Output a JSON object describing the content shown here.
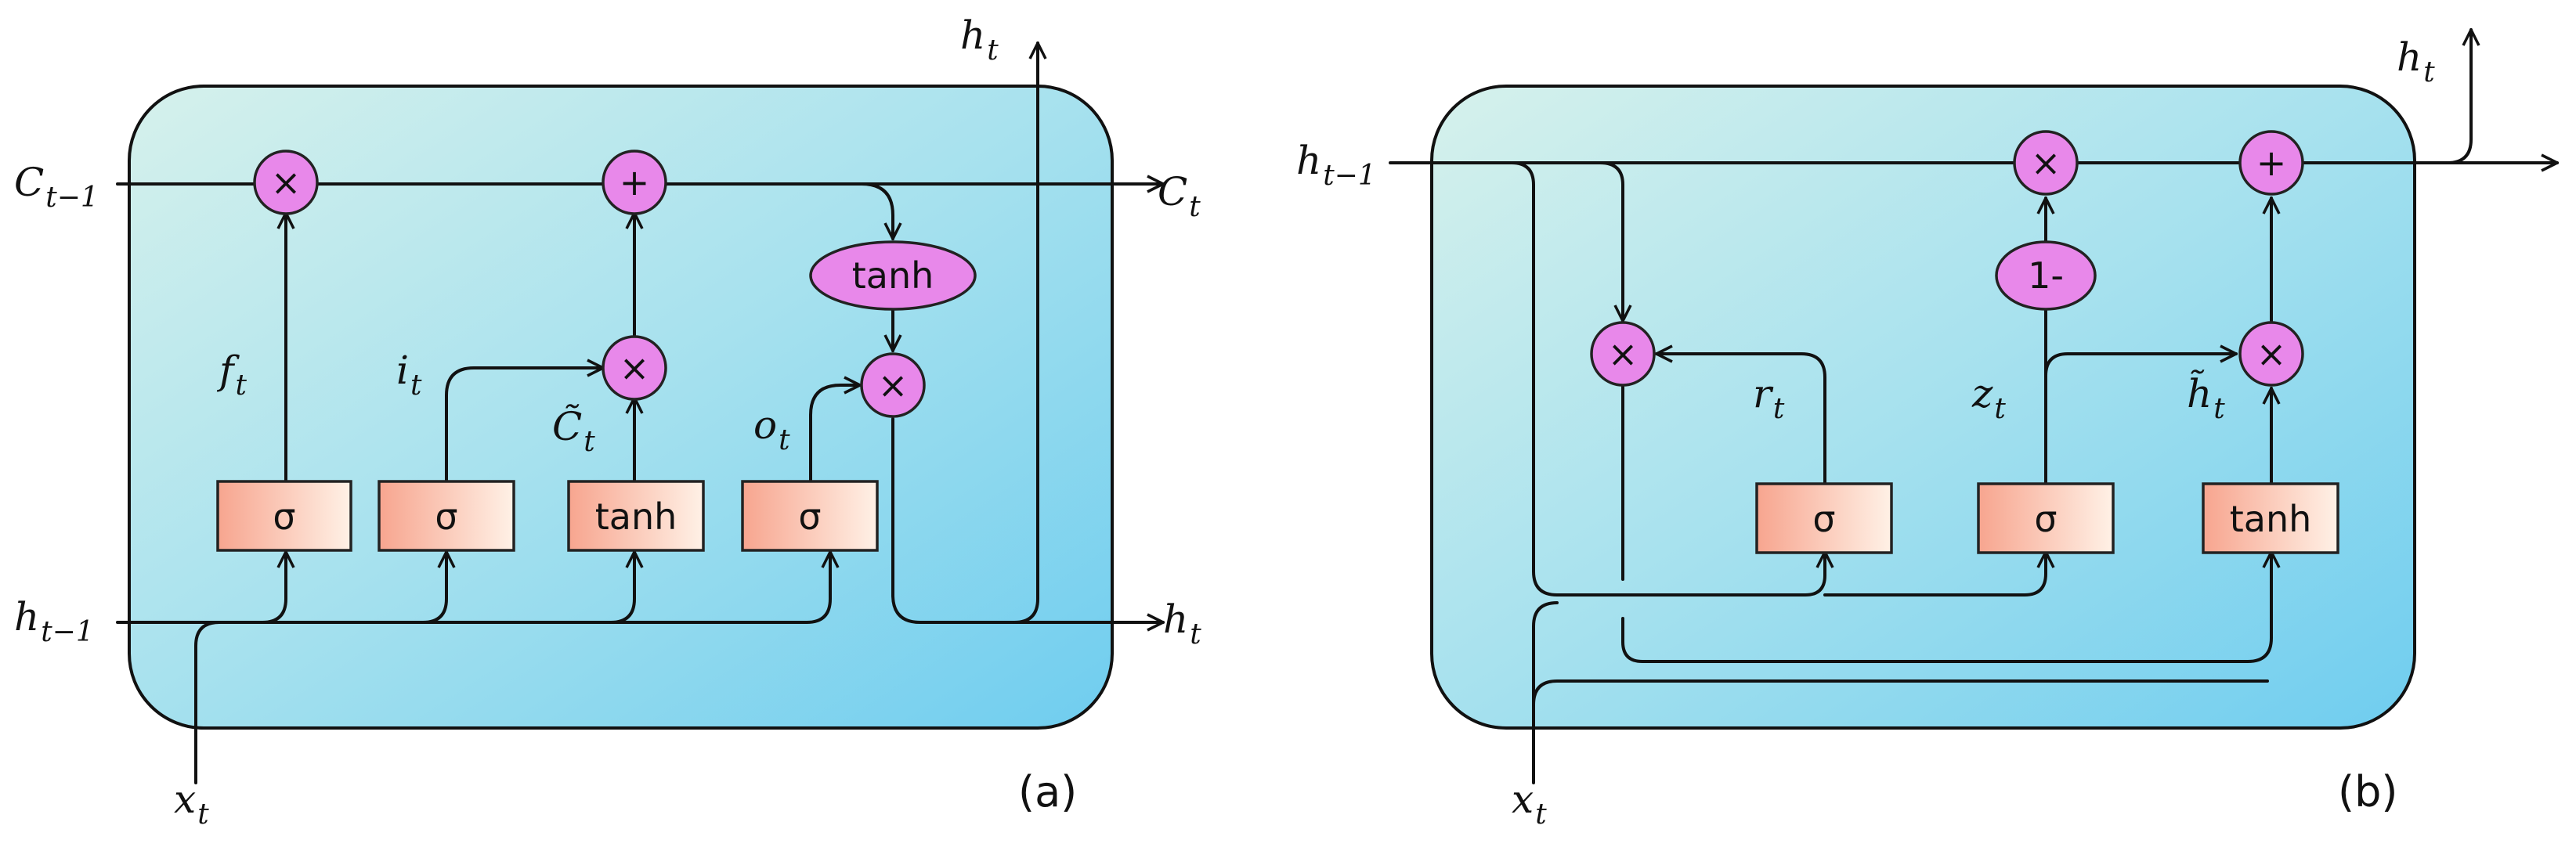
{
  "panel_a": {
    "label": "(a)",
    "input_cell_label": {
      "base": "C",
      "sub": "t−1"
    },
    "output_cell_label": {
      "base": "C",
      "sub": "t"
    },
    "input_hidden_label": {
      "base": "h",
      "sub": "t−1"
    },
    "output_hidden_label": {
      "base": "h",
      "sub": "t"
    },
    "top_hidden_label": {
      "base": "h",
      "sub": "t"
    },
    "input_label": {
      "base": "x",
      "sub": "t"
    },
    "forget_label": {
      "base": "f",
      "sub": "t"
    },
    "input_gate_label": {
      "base": "i",
      "sub": "t"
    },
    "candidate_label": {
      "base": "C̃",
      "sub": "t"
    },
    "output_gate_label": {
      "base": "o",
      "sub": "t"
    },
    "gates": [
      "σ",
      "σ",
      "tanh",
      "σ"
    ],
    "tanh_op": "tanh",
    "mul_symbol": "×",
    "add_symbol": "+"
  },
  "panel_b": {
    "label": "(b)",
    "input_hidden_label": {
      "base": "h",
      "sub": "t−1"
    },
    "top_hidden_label": {
      "base": "h",
      "sub": "t"
    },
    "input_label": {
      "base": "x",
      "sub": "t"
    },
    "reset_label": {
      "base": "r",
      "sub": "t"
    },
    "update_label": {
      "base": "z",
      "sub": "t"
    },
    "candidate_label": {
      "base": "h̃",
      "sub": "t"
    },
    "gates": [
      "σ",
      "σ",
      "tanh"
    ],
    "one_minus_op": "1-",
    "mul_symbol": "×",
    "add_symbol": "+"
  },
  "colors": {
    "cell_gradient_start": "#d6f1ec",
    "cell_gradient_end": "#6fcdef",
    "gate_gradient_start": "#f7a58f",
    "gate_gradient_end": "#fff1e6",
    "operator_fill": "#e888ea"
  }
}
